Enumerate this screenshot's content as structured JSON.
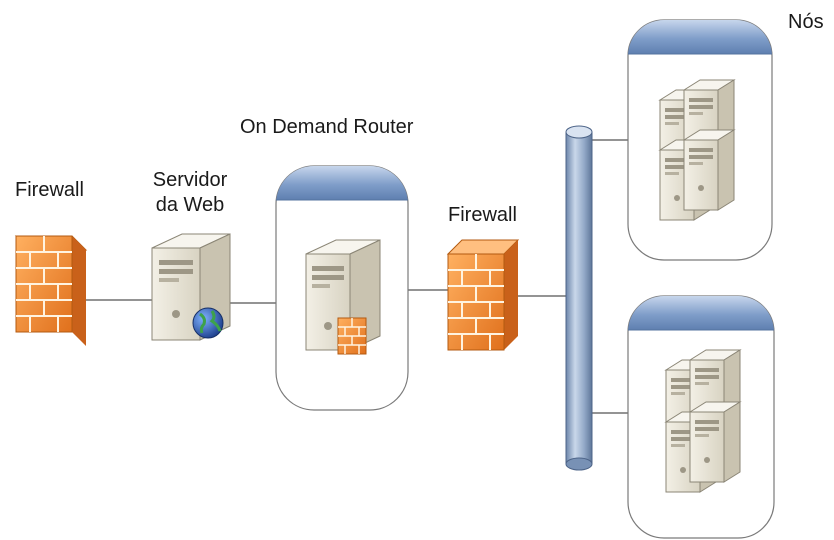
{
  "labels": {
    "firewall_left": "Firewall",
    "web_server_line1": "Servidor",
    "web_server_line2": "da Web",
    "router": "On Demand Router",
    "firewall_right": "Firewall",
    "nodes": "Nós"
  },
  "icons": {
    "firewall": "brick-firewall-icon",
    "web_server": "server-globe-icon",
    "router": "server-firewall-icon",
    "bus": "network-bus-icon",
    "node_cluster": "server-cluster-icon"
  },
  "colors": {
    "container_header": "#6f8fbd",
    "container_border": "#7a7a7a",
    "brick": "#f08a2e",
    "server_body": "#e7e3d6",
    "bus": "#8ea6c6",
    "line": "#555555"
  }
}
